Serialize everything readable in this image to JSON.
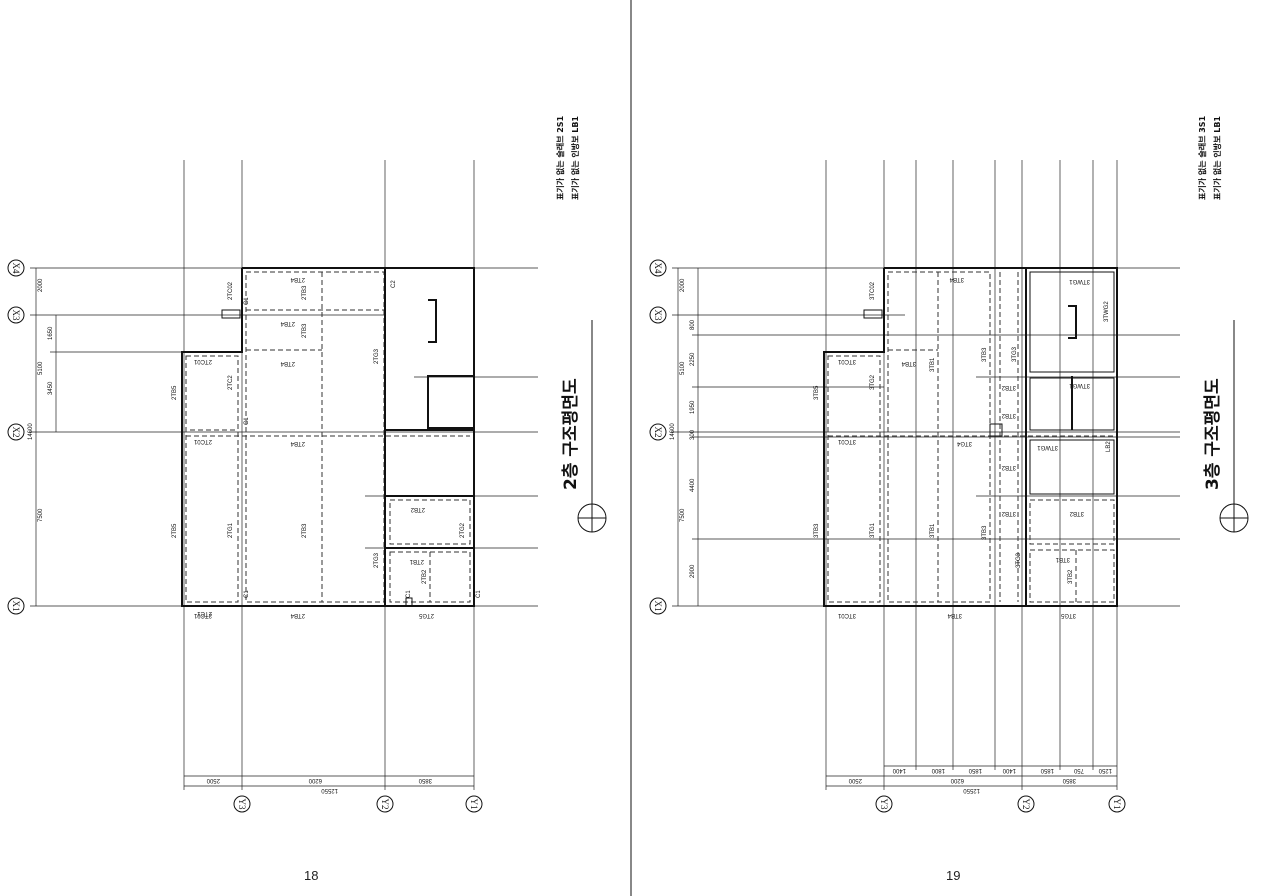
{
  "pages": [
    {
      "page_number": "18",
      "title": "2층 구조평면도",
      "notes": [
        "표기가 없는 슬래브 2S1",
        "표기가 없는 인방보 LB1"
      ],
      "grid": {
        "x": [
          "X1",
          "X2",
          "X3",
          "X4"
        ],
        "y": [
          "Y1",
          "Y2",
          "Y3"
        ]
      },
      "dims_left": [
        "2000",
        "1650",
        "3450",
        "5100",
        "14600",
        "7500"
      ],
      "dims_bottom": [
        "3850",
        "6200",
        "2500",
        "12550"
      ],
      "members": [
        "2TB4",
        "2TB3",
        "2TB4",
        "2TB3",
        "2TB4",
        "2TC02",
        "C1",
        "2TC2",
        "2TC01",
        "2TB5",
        "C1",
        "2TC01",
        "2TB4",
        "2TB5",
        "2TG1",
        "2TB3",
        "2TC1",
        "2TG3",
        "C2",
        "2TB2",
        "2TG2",
        "2TB1",
        "2TB2",
        "2TG3",
        "C1",
        "C1",
        "C1",
        "2TC01",
        "2TB4",
        "2TG5"
      ]
    },
    {
      "page_number": "19",
      "title": "3층 구조평면도",
      "notes": [
        "표기가 없는 슬래브 3S1",
        "표기가 없는 인방보 LB1"
      ],
      "grid": {
        "x": [
          "X1",
          "X2",
          "X3",
          "X4"
        ],
        "y": [
          "Y1",
          "Y2",
          "Y3"
        ]
      },
      "dims_left": [
        "2000",
        "800",
        "2250",
        "5100",
        "1950",
        "300",
        "14600",
        "4400",
        "7500",
        "2900"
      ],
      "dims_bottom": [
        "1250",
        "750",
        "1850",
        "1400",
        "1850",
        "1800",
        "1400",
        "3850",
        "6200",
        "2500",
        "12550"
      ],
      "members": [
        "3TB4",
        "3TB3",
        "3TC02",
        "3TC01",
        "3TB1",
        "3TG2",
        "3TB4",
        "3TB5",
        "3TB3",
        "3TG3",
        "3TB2",
        "3TB2",
        "3TB2",
        "3TC01",
        "3TG4",
        "3TG1",
        "3TB1",
        "3TB3",
        "3TB2",
        "3TB2",
        "3TB1",
        "3TB2",
        "3TG3",
        "3TC01",
        "3TB4",
        "3TG5",
        "3TWG1",
        "3TWG2",
        "3TWG1",
        "LB2",
        "3TWG1"
      ]
    }
  ]
}
